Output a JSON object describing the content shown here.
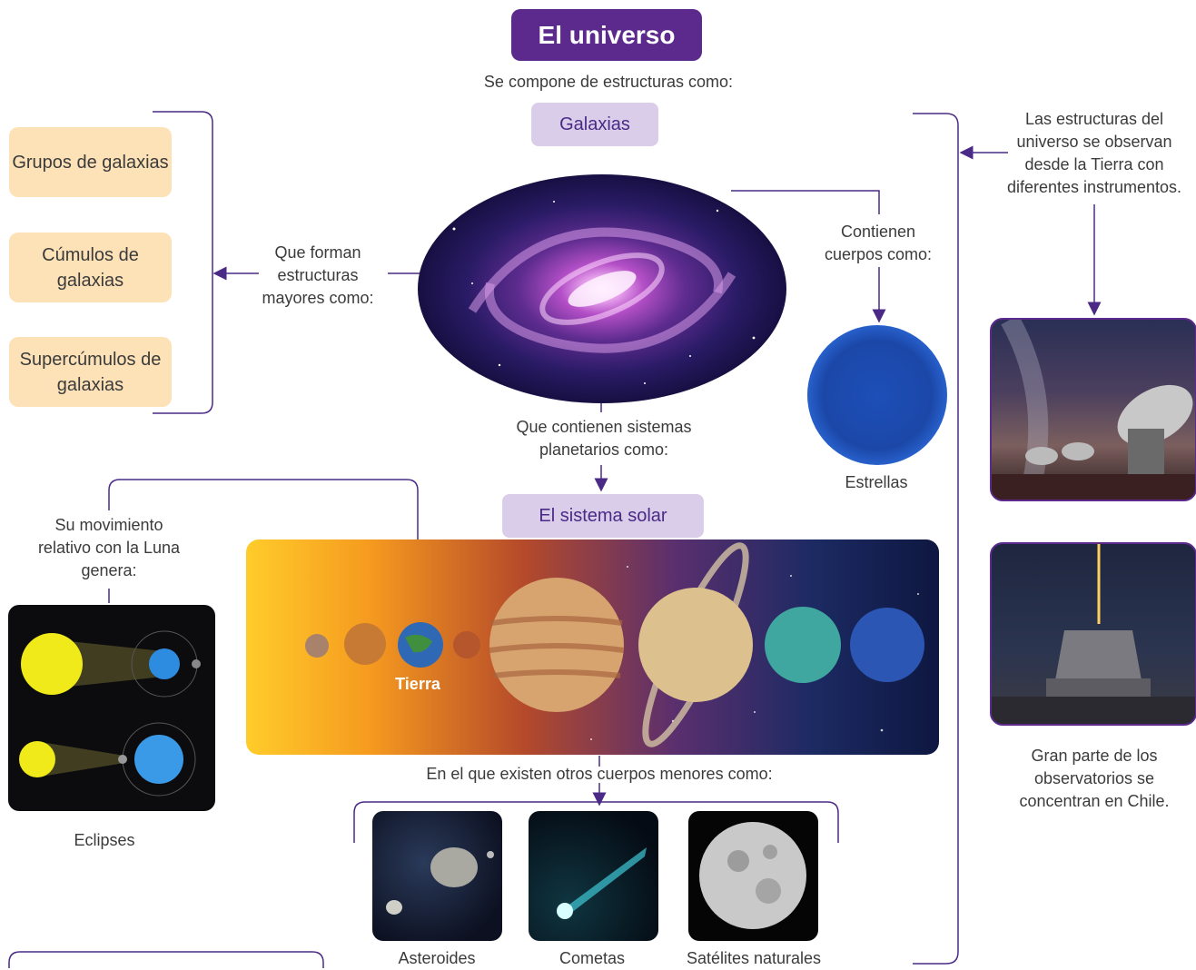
{
  "title": "El universo",
  "subtitle": "Se compone de estructuras como:",
  "galaxias_label": "Galaxias",
  "left": {
    "connector_text": "Que forman estructuras mayores como:",
    "boxes": [
      "Grupos de galaxias",
      "Cúmulos de galaxias",
      "Supercúmulos de galaxias"
    ]
  },
  "stars": {
    "connector_text": "Contienen cuerpos como:",
    "caption": "Estrellas"
  },
  "planetary": {
    "connector_text": "Que contienen sistemas planetarios como:",
    "label": "El sistema solar",
    "earth_label": "Tierra"
  },
  "eclipse": {
    "connector_text": "Su movimiento relativo con la Luna genera:",
    "caption": "Eclipses"
  },
  "minor_bodies": {
    "connector_text": "En el que existen otros cuerpos menores como:",
    "items": [
      "Asteroides",
      "Cometas",
      "Satélites naturales"
    ]
  },
  "right": {
    "top_text": "Las estructuras del universo se observan desde la Tierra con diferentes instrumentos.",
    "bottom_text": "Gran parte de los observatorios se concentran en Chile."
  },
  "colors": {
    "accent": "#5b2a8c",
    "pill": "#d9cde9",
    "orange": "#fde2b8"
  }
}
